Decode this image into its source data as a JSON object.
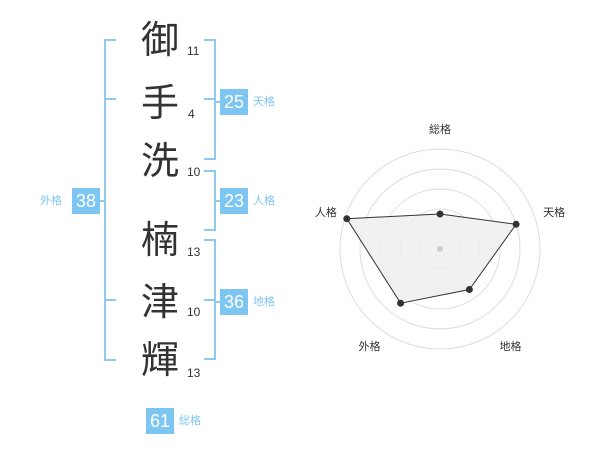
{
  "name": {
    "characters": [
      {
        "char": "御",
        "strokes": "11"
      },
      {
        "char": "手",
        "strokes": "4"
      },
      {
        "char": "洗",
        "strokes": "10"
      },
      {
        "char": "楠",
        "strokes": "13"
      },
      {
        "char": "津",
        "strokes": "10"
      },
      {
        "char": "輝",
        "strokes": "13"
      }
    ]
  },
  "fortune": {
    "tenkaku": {
      "value": "25",
      "label": "天格"
    },
    "jinkaku": {
      "value": "23",
      "label": "人格"
    },
    "chikaku": {
      "value": "36",
      "label": "地格"
    },
    "gaikaku": {
      "value": "38",
      "label": "外格"
    },
    "soukaku": {
      "value": "61",
      "label": "総格"
    }
  },
  "colors": {
    "accent": "#7ec6f2",
    "bracket": "#8fc9ee",
    "text": "#333333",
    "radar_fill": "#eeeeee",
    "radar_ring": "#dddddd"
  },
  "chart_data": {
    "type": "radar",
    "axes": [
      "総格",
      "天格",
      "地格",
      "外格",
      "人格"
    ],
    "values": [
      0.35,
      0.8,
      0.5,
      0.67,
      0.98
    ],
    "range": [
      0,
      1
    ]
  }
}
